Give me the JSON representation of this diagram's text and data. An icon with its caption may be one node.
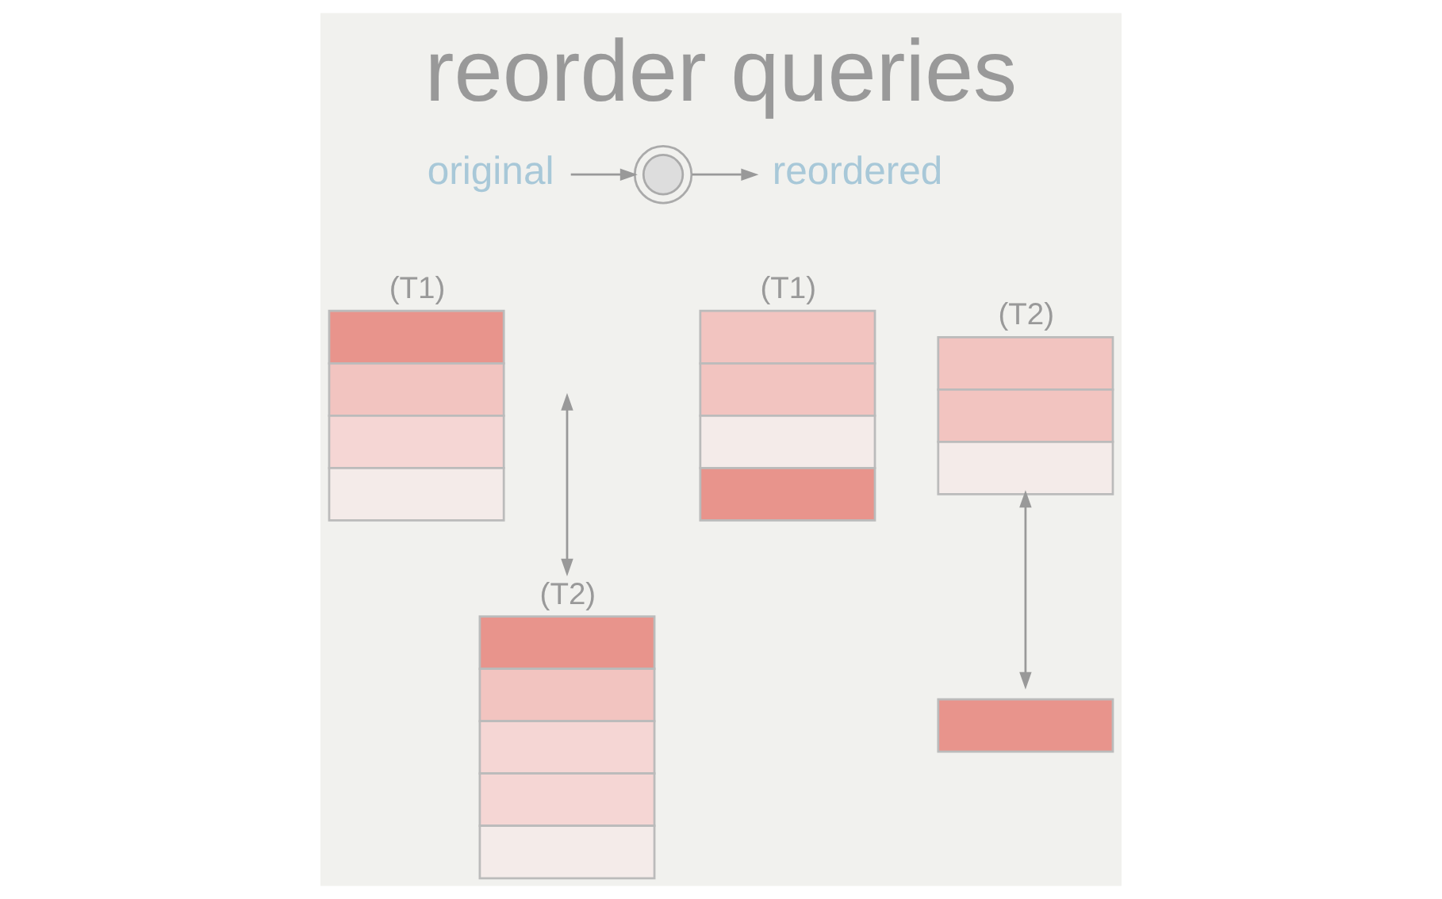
{
  "diagram": {
    "title": "reorder queries",
    "nodes": [
      {
        "text": [
          "original"
        ]
      },
      {
        "text": [],
        "shape": "picture"
      },
      {
        "text": [
          "reordered"
        ]
      },
      {
        "text": [
          "(T1)"
        ]
      },
      {
        "text": [
          "(T2)"
        ]
      },
      {
        "text": [
          "(T1)"
        ]
      },
      {
        "text": [
          "(T2)"
        ]
      },
      {
        "text": [],
        "shape": "box"
      }
    ],
    "edges": [
      {
        "from": 0,
        "to": 1,
        "arrow": "to"
      },
      {
        "from": 1,
        "to": 2,
        "arrow": "to"
      },
      {
        "from": null,
        "to": 4,
        "arrow": "both"
      },
      {
        "from": 6,
        "to": 7,
        "arrow": "both"
      }
    ]
  }
}
